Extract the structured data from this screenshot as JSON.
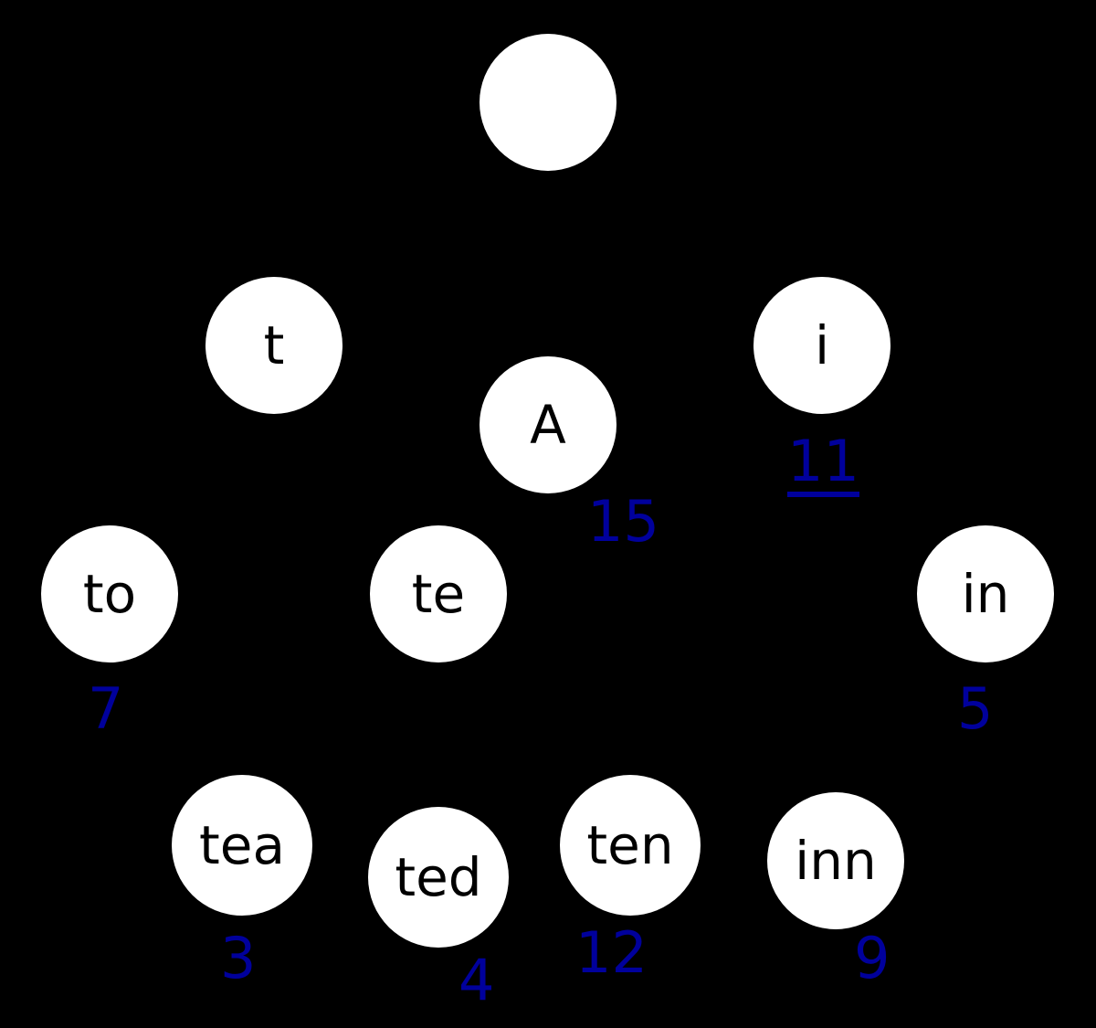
{
  "diagram": {
    "type": "trie",
    "colors": {
      "background": "#000000",
      "node_fill": "#ffffff",
      "node_text": "#000000",
      "value_text": "#00009c"
    },
    "nodes": [
      {
        "id": "root",
        "label": ""
      },
      {
        "id": "t",
        "label": "t"
      },
      {
        "id": "A",
        "label": "A",
        "value": "15"
      },
      {
        "id": "i",
        "label": "i",
        "value": "11"
      },
      {
        "id": "to",
        "label": "to",
        "value": "7"
      },
      {
        "id": "te",
        "label": "te"
      },
      {
        "id": "in",
        "label": "in",
        "value": "5"
      },
      {
        "id": "tea",
        "label": "tea",
        "value": "3"
      },
      {
        "id": "ted",
        "label": "ted",
        "value": "4"
      },
      {
        "id": "ten",
        "label": "ten",
        "value": "12"
      },
      {
        "id": "inn",
        "label": "inn",
        "value": "9"
      }
    ]
  }
}
